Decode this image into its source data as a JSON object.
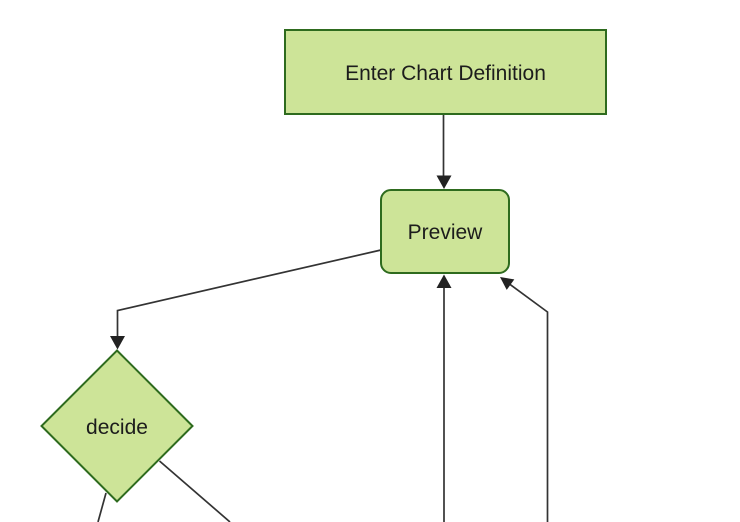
{
  "diagram": {
    "type": "flowchart",
    "direction": "top-down",
    "nodes": [
      {
        "id": "enter-chart-definition",
        "label": "Enter Chart Definition",
        "shape": "rectangle"
      },
      {
        "id": "preview",
        "label": "Preview",
        "shape": "rounded-rectangle"
      },
      {
        "id": "decide",
        "label": "decide",
        "shape": "diamond"
      }
    ],
    "edges": [
      {
        "from": "enter-chart-definition",
        "to": "preview",
        "arrowhead_visible": true
      },
      {
        "from": "preview",
        "to": "decide",
        "arrowhead_visible": true
      },
      {
        "from": "decide",
        "to": "offscreen-bottom-left",
        "arrowhead_visible": false
      },
      {
        "from": "decide",
        "to": "offscreen-bottom-right",
        "arrowhead_visible": false
      },
      {
        "from": "offscreen-bottom-center",
        "to": "preview",
        "arrowhead_visible": true
      },
      {
        "from": "offscreen-bottom-right",
        "to": "preview",
        "arrowhead_visible": true
      }
    ],
    "colors": {
      "node_fill": "#cde498",
      "node_border": "#2e6b1e",
      "edge": "#333333",
      "arrowhead": "#222222",
      "label": "#1c1c1c",
      "background": "#ffffff"
    }
  }
}
